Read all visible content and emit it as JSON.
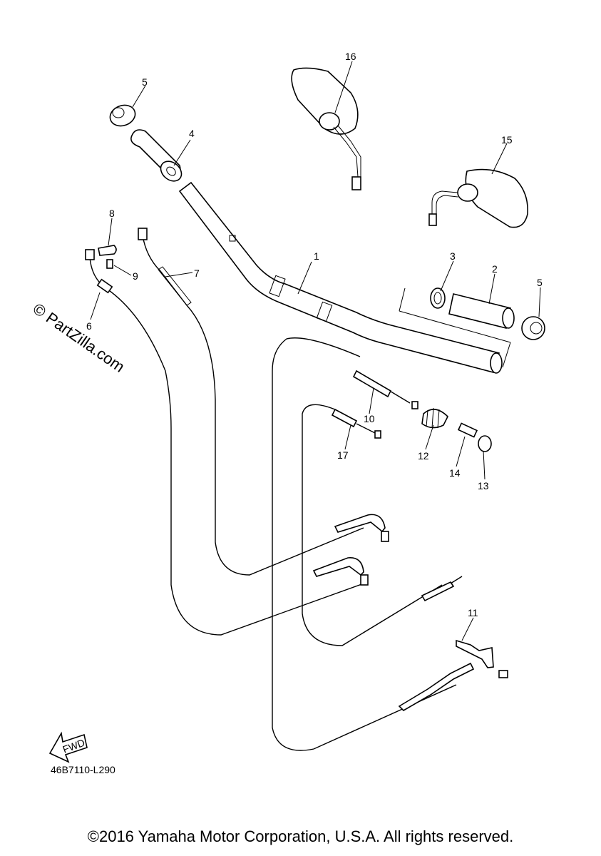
{
  "watermark": "© PartZilla.com",
  "diagram_code": "46B7110-L290",
  "fwd_label": "FWD",
  "copyright": "©2016 Yamaha Motor Corporation, U.S.A. All rights reserved.",
  "callouts": {
    "c1": "1",
    "c2": "2",
    "c3": "3",
    "c4": "4",
    "c5a": "5",
    "c5b": "5",
    "c6": "6",
    "c7": "7",
    "c8": "8",
    "c9": "9",
    "c10": "10",
    "c11": "11",
    "c12": "12",
    "c13": "13",
    "c14": "14",
    "c15": "15",
    "c16": "16",
    "c17": "17"
  }
}
